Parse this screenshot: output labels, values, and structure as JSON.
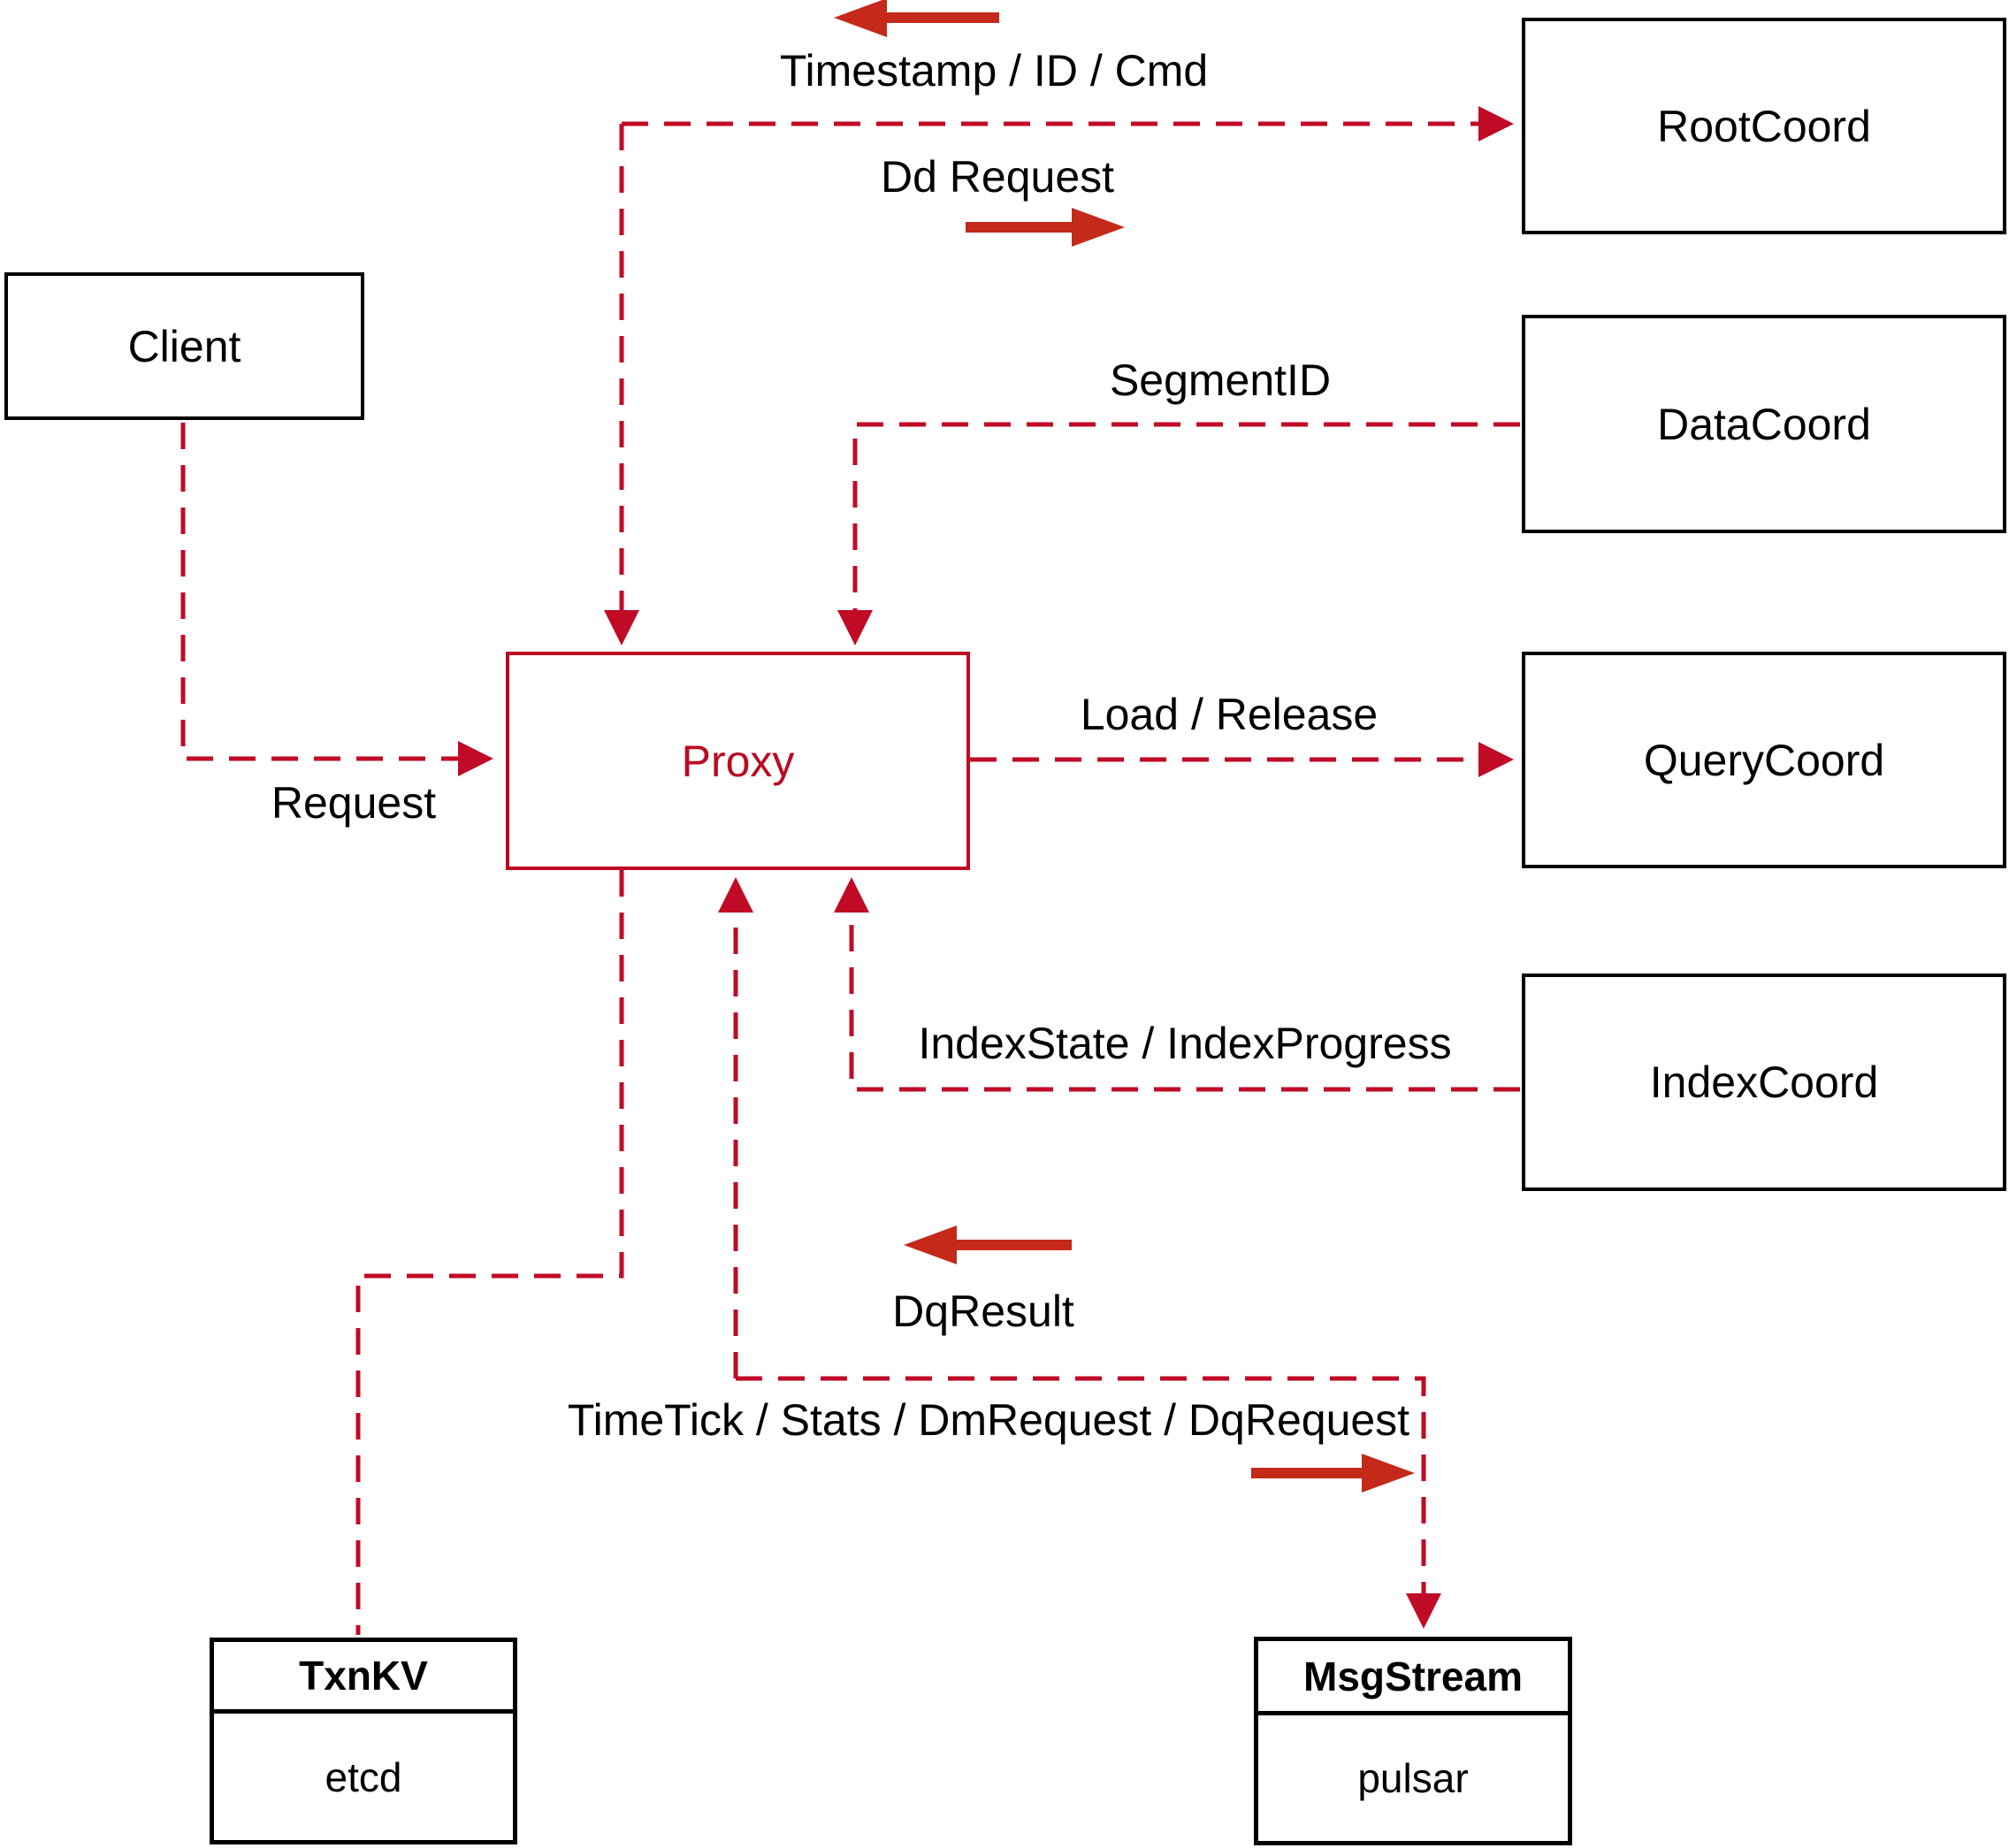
{
  "diagram": {
    "title": "proxy architecture diagram",
    "colors": {
      "dashed_line": "#c00a26",
      "solid_arrow": "#c5291a",
      "box_border": "#000000",
      "proxy_accent": "#bb0a21",
      "background": "#ffffff"
    },
    "nodes": {
      "client": {
        "label": "Client"
      },
      "proxy": {
        "label": "Proxy"
      },
      "root_coord": {
        "label": "RootCoord"
      },
      "data_coord": {
        "label": "DataCoord"
      },
      "query_coord": {
        "label": "QueryCoord"
      },
      "index_coord": {
        "label": "IndexCoord"
      },
      "txn_kv": {
        "title": "TxnKV",
        "subtitle": "etcd"
      },
      "msg_stream": {
        "title": "MsgStream",
        "subtitle": "pulsar"
      }
    },
    "edges": {
      "request": {
        "label": "Request"
      },
      "timestamp": {
        "label": "Timestamp / ID / Cmd"
      },
      "dd_request": {
        "label": "Dd Request"
      },
      "segment_id": {
        "label": "SegmentID"
      },
      "load_release": {
        "label": "Load / Release"
      },
      "index_state": {
        "label": "IndexState / IndexProgress"
      },
      "dq_result": {
        "label": "DqResult"
      },
      "time_tick": {
        "label": "TimeTick / Stats / DmRequest / DqRequest"
      }
    }
  }
}
